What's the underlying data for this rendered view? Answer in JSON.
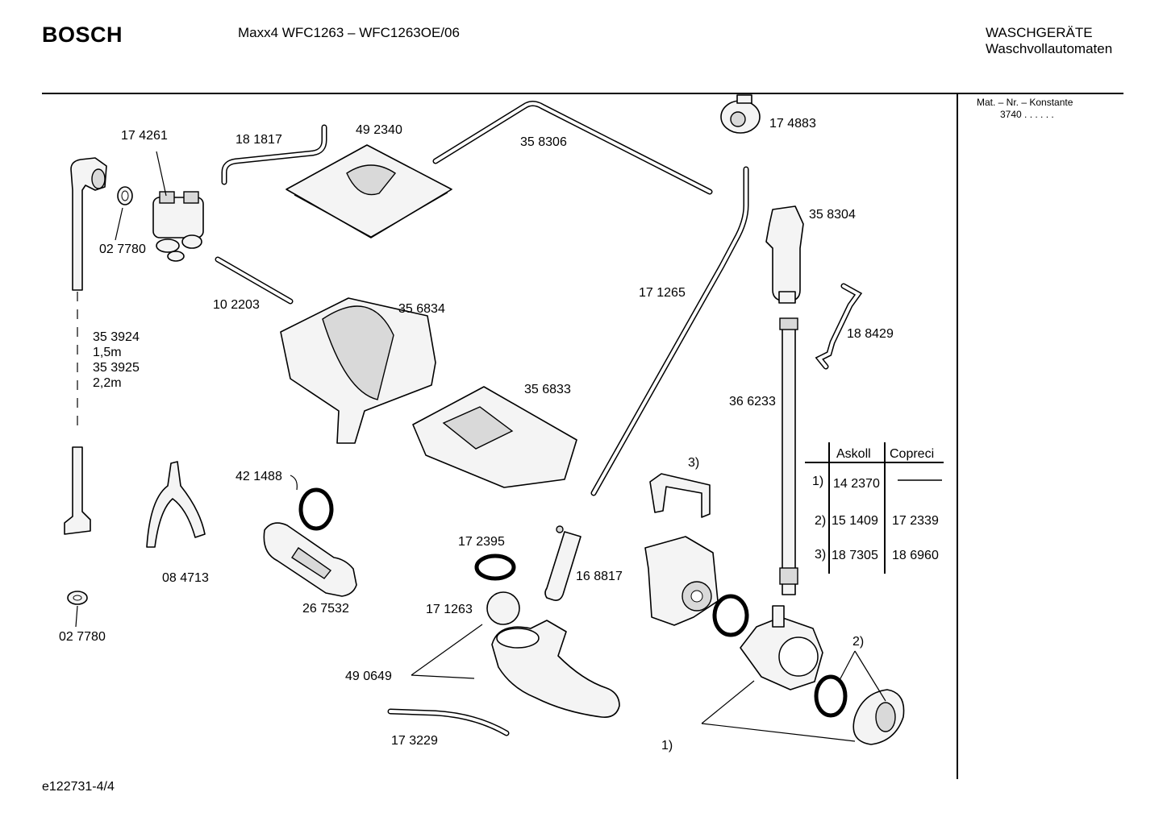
{
  "header": {
    "brand": "BOSCH",
    "model": "Maxx4 WFC1263 – WFC1263OE/06",
    "category_line1": "WASCHGERÄTE",
    "category_line2": "Waschvollautomaten"
  },
  "sidebar": {
    "note_label": "Mat. – Nr. – Konstante",
    "note_value": "3740 . . . . . ."
  },
  "footer": {
    "doc_id": "e122731-4/4"
  },
  "parts": {
    "p174261": "17 4261",
    "p181817": "18 1817",
    "p492340": "49 2340",
    "p358306": "35 8306",
    "p174883": "17 4883",
    "p027780a": "02 7780",
    "p102203": "10 2203",
    "p356834": "35 6834",
    "p358304": "35 8304",
    "p171265": "17 1265",
    "p188429": "18 8429",
    "p353924": "35 3924",
    "len15": "1,5m",
    "p353925": "35 3925",
    "len22": "2,2m",
    "p356833": "35 6833",
    "p366233": "36 6233",
    "ref3": "3)",
    "p421488": "42 1488",
    "p084713": "08 4713",
    "p172395": "17 2395",
    "p168817": "16 8817",
    "p027780b": "02 7780",
    "p267532": "26 7532",
    "p171263": "17 1263",
    "ref2": "2)",
    "p490649": "49 0649",
    "p173229": "17 3229",
    "ref1": "1)"
  },
  "supplier_table": {
    "headers": [
      "Askoll",
      "Copreci"
    ],
    "rows": [
      {
        "ref": "1)",
        "askoll": "14 2370",
        "copreci": ""
      },
      {
        "ref": "2)",
        "askoll": "15 1409",
        "copreci": "17 2339"
      },
      {
        "ref": "3)",
        "askoll": "18 7305",
        "copreci": "18 6960"
      }
    ]
  }
}
